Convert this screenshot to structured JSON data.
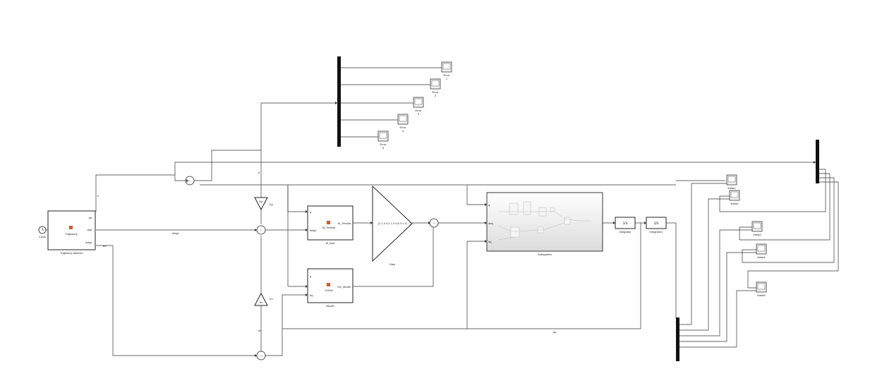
{
  "colors": {
    "line": "#333333",
    "bus": "#111111",
    "matlab_icon": "#d35a2a",
    "subsystem_fill": "#e9e9e9"
  },
  "clock": {
    "label": "Clock"
  },
  "trajectory": {
    "inner": "Trajectory",
    "caption": "Trajectory desired",
    "port_qd": "qd",
    "port_dqd": "dqd",
    "port_ddqd": "ddqd",
    "port_out": "ddqd"
  },
  "signals": {
    "ddqd": "ddqd",
    "e": "e",
    "ed": "ed",
    "kv": "Kv",
    "kp": "Kp",
    "q": "q",
    "dq": "dq"
  },
  "gain_kp": {
    "text": "Kp",
    "port": "Kp"
  },
  "gain_kv": {
    "text": "Kv",
    "port": "Kv"
  },
  "m_model": {
    "inner": "M_Ternilla",
    "caption": "M_tear",
    "port_out": "M_Ternilla"
  },
  "vg_model": {
    "inner": "VGDA",
    "caption": "VandG",
    "port_out": "VG_Model"
  },
  "gain_matrix": {
    "text": "[1 1 0 0;1 1 0 0;0 0 1 0;...]",
    "caption": "Gain"
  },
  "subsystem": {
    "caption": "Subsystem",
    "port_in": "ddq"
  },
  "integrator": {
    "caption": "Integrator",
    "sym": "1/s"
  },
  "integrator1": {
    "caption": "Integrator1",
    "sym": "1/s"
  },
  "error_scopes": [
    {
      "label": "Error",
      "num": "1"
    },
    {
      "label": "Error",
      "num": "2"
    },
    {
      "label": "Error",
      "num": "3"
    },
    {
      "label": "Error",
      "num": "4"
    },
    {
      "label": "Error",
      "num": "5"
    }
  ],
  "theta_scopes": [
    {
      "label": "theta1"
    },
    {
      "label": "theta2"
    },
    {
      "label": "theta3"
    },
    {
      "label": "theta4"
    },
    {
      "label": "theta5"
    }
  ],
  "feedback_label": "dq"
}
